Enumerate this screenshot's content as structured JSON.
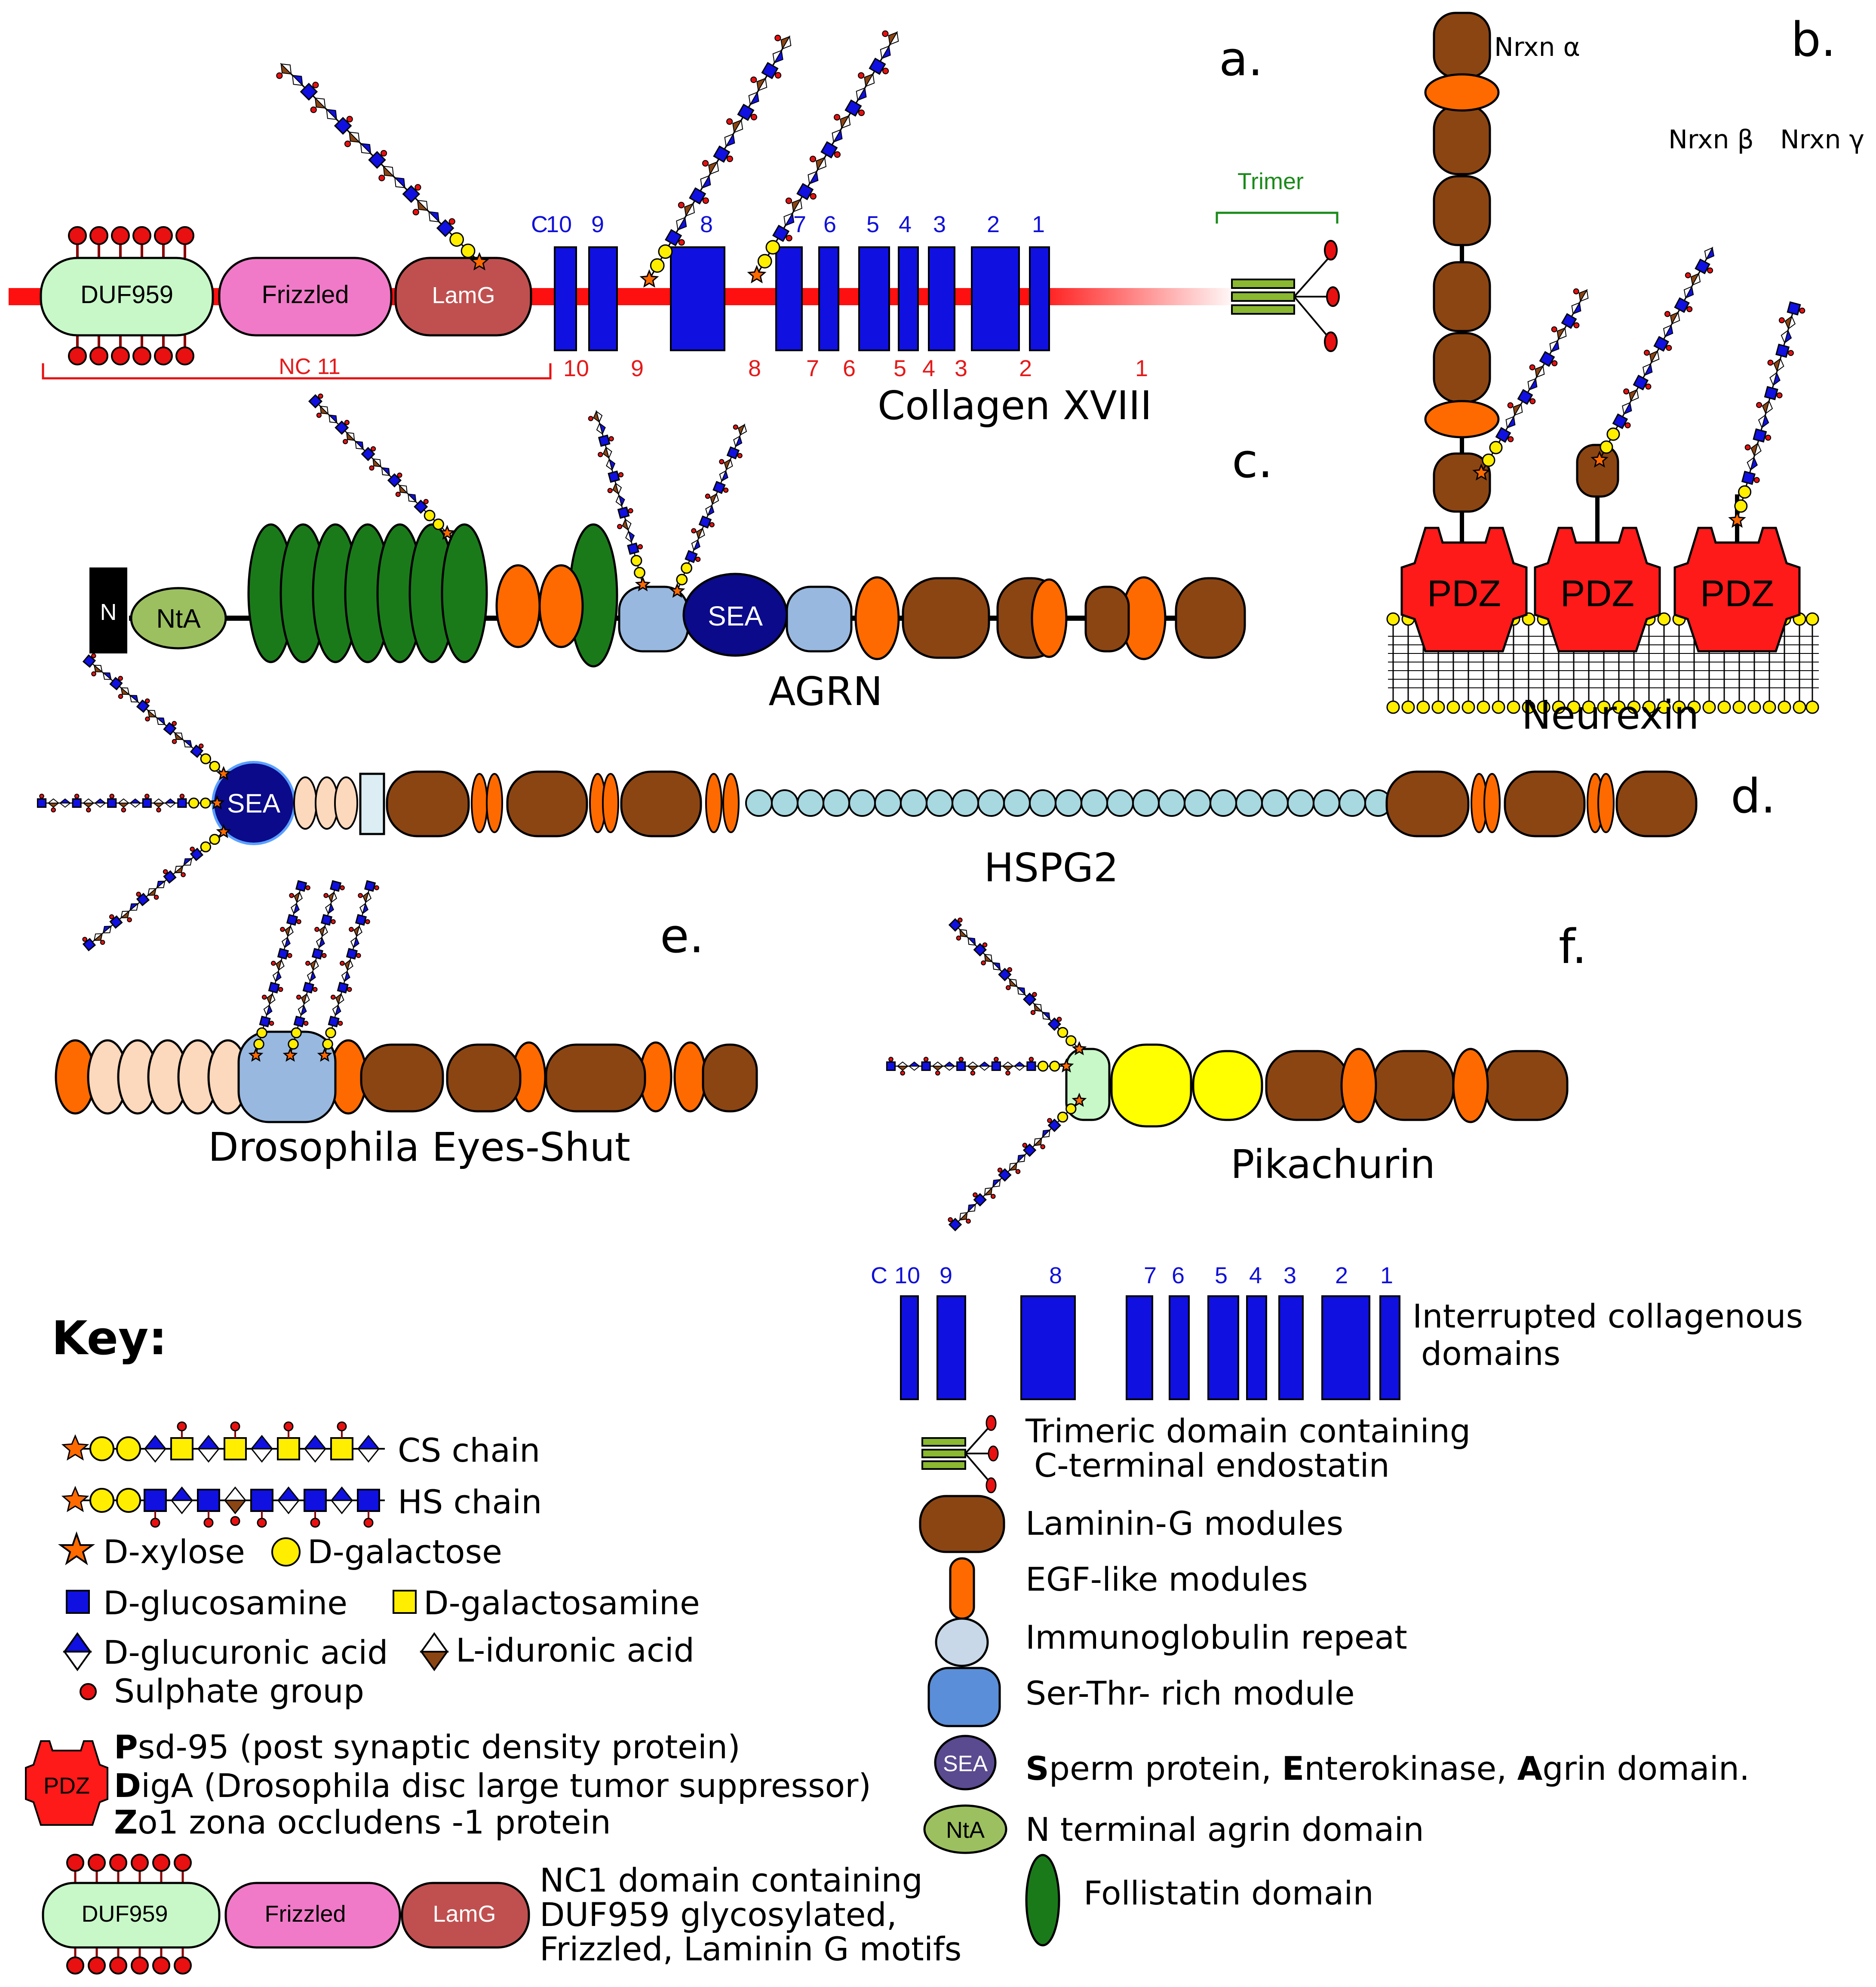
{
  "panels": {
    "a": "a.",
    "b": "b.",
    "c": "c.",
    "d": "d.",
    "e": "e.",
    "f": "f."
  },
  "collagen": {
    "title": "Collagen XVIII",
    "nc11": "NC 11",
    "trimer": "Trimer",
    "duf": "DUF959",
    "frizzled": "Frizzled",
    "lamg": "LamG",
    "col_labels": [
      "C",
      "10",
      "9",
      "8",
      "7",
      "6",
      "5",
      "4",
      "3",
      "2",
      "1"
    ],
    "nc_labels": [
      "10",
      "9",
      "8",
      "7",
      "6",
      "5",
      "4",
      "3",
      "2",
      "1"
    ]
  },
  "neurexin": {
    "title": "Neurexin",
    "alpha": "Nrxn α",
    "beta": "Nrxn β",
    "gamma": "Nrxn γ",
    "pdz": "PDZ"
  },
  "agrn": {
    "title": "AGRN",
    "n": "N",
    "nta": "NtA",
    "sea": "SEA"
  },
  "hspg2": {
    "title": "HSPG2",
    "sea": "SEA"
  },
  "eys": {
    "title": "Drosophila Eyes-Shut"
  },
  "pika": {
    "title": "Pikachurin"
  },
  "key": {
    "title": "Key:",
    "cs": "CS chain",
    "hs": "HS chain",
    "xylose": "D-xylose",
    "galactose": "D-galactose",
    "glucosamine": "D-glucosamine",
    "galactosamine": "D-galactosamine",
    "glucuronic": "D-glucuronic acid",
    "iduronic": "L-iduronic acid",
    "sulphate": "Sulphate group",
    "pdz_badge": "PDZ",
    "pdz_1b": "P",
    "pdz_1": "sd-95 (post synaptic density protein)",
    "pdz_2b": "D",
    "pdz_2": "igA (Drosophila disc large tumor suppressor)",
    "pdz_3b": "Z",
    "pdz_3": "o1 zona occludens -1 protein",
    "nc1_duf": "DUF959",
    "nc1_friz": "Frizzled",
    "nc1_lamg": "LamG",
    "nc1_1": "NC1 domain containing",
    "nc1_2": "DUF959 glycosylated,",
    "nc1_3": "Frizzled, Laminin G motifs",
    "col_labels": [
      "C",
      "10",
      "9",
      "8",
      "7",
      "6",
      "5",
      "4",
      "3",
      "2",
      "1"
    ],
    "interrupted_1": "Interrupted collagenous",
    "interrupted_2": "domains",
    "trimeric_1": "Trimeric domain containing",
    "trimeric_2": "C-terminal endostatin",
    "laminin": "Laminin-G modules",
    "egf": "EGF-like modules",
    "ig": "Immunoglobulin repeat",
    "serthr": "Ser-Thr- rich module",
    "sea_badge": "SEA",
    "sea_s": "S",
    "sea_1": "perm protein, ",
    "sea_e": "E",
    "sea_2": "nterokinase, ",
    "sea_a": "A",
    "sea_3": "grin domain.",
    "nta_badge": "NtA",
    "nta": "N terminal agrin domain",
    "follistatin": "Follistatin domain"
  },
  "colors": {
    "collagen_blue": "#1010e0",
    "laminin_brown": "#8b4513",
    "egf_orange": "#ff6a00",
    "follistatin_green": "#1a7a1a",
    "sea_navy": "#0a0a8a",
    "pdz_red": "#ff1a1a",
    "ig_lightblue": "#a8d8e0",
    "serthr_blue": "#98b8e0",
    "frizzled_pink": "#f07ac8",
    "lamg_red": "#c05050",
    "duf_green": "#c8f8c8"
  }
}
